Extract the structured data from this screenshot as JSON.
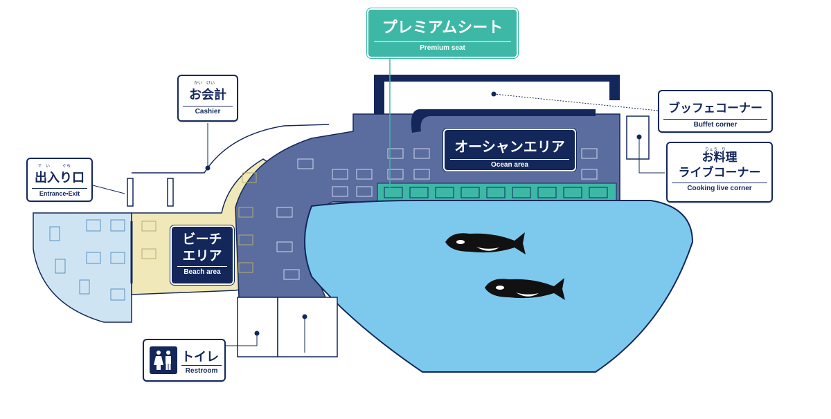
{
  "colors": {
    "navy": "#13275a",
    "ocean_area": "#5a6d9e",
    "beach_area": "#f0e8b8",
    "entrance_area": "#cfe4f3",
    "pool": "#7dc9ee",
    "premium": "#3db8a6"
  },
  "labels": {
    "premium": {
      "jp": "プレミアムシート",
      "en": "Premium seat"
    },
    "cashier": {
      "jp": "お会計",
      "ruby": "かい　けい",
      "en": "Cashier"
    },
    "entrance": {
      "jp": "出入り口",
      "ruby": "で　い　　　ぐち",
      "en": "Entrance•Exit"
    },
    "buffet": {
      "jp": "ブッフェコーナー",
      "en": "Buffet corner"
    },
    "cooking": {
      "jp1": "お料理",
      "jp2": "ライブコーナー",
      "ruby": "りょう　り",
      "en": "Cooking live corner"
    },
    "ocean": {
      "jp": "オーシャンエリア",
      "en": "Ocean area"
    },
    "beach": {
      "jp1": "ビーチ",
      "jp2": "エリア",
      "en": "Beach area"
    },
    "restroom": {
      "jp": "トイレ",
      "en": "Restroom",
      "icon": "restroom-icon"
    }
  },
  "icons": {
    "orca": "orca-icon",
    "restroom": "restroom-icon"
  }
}
